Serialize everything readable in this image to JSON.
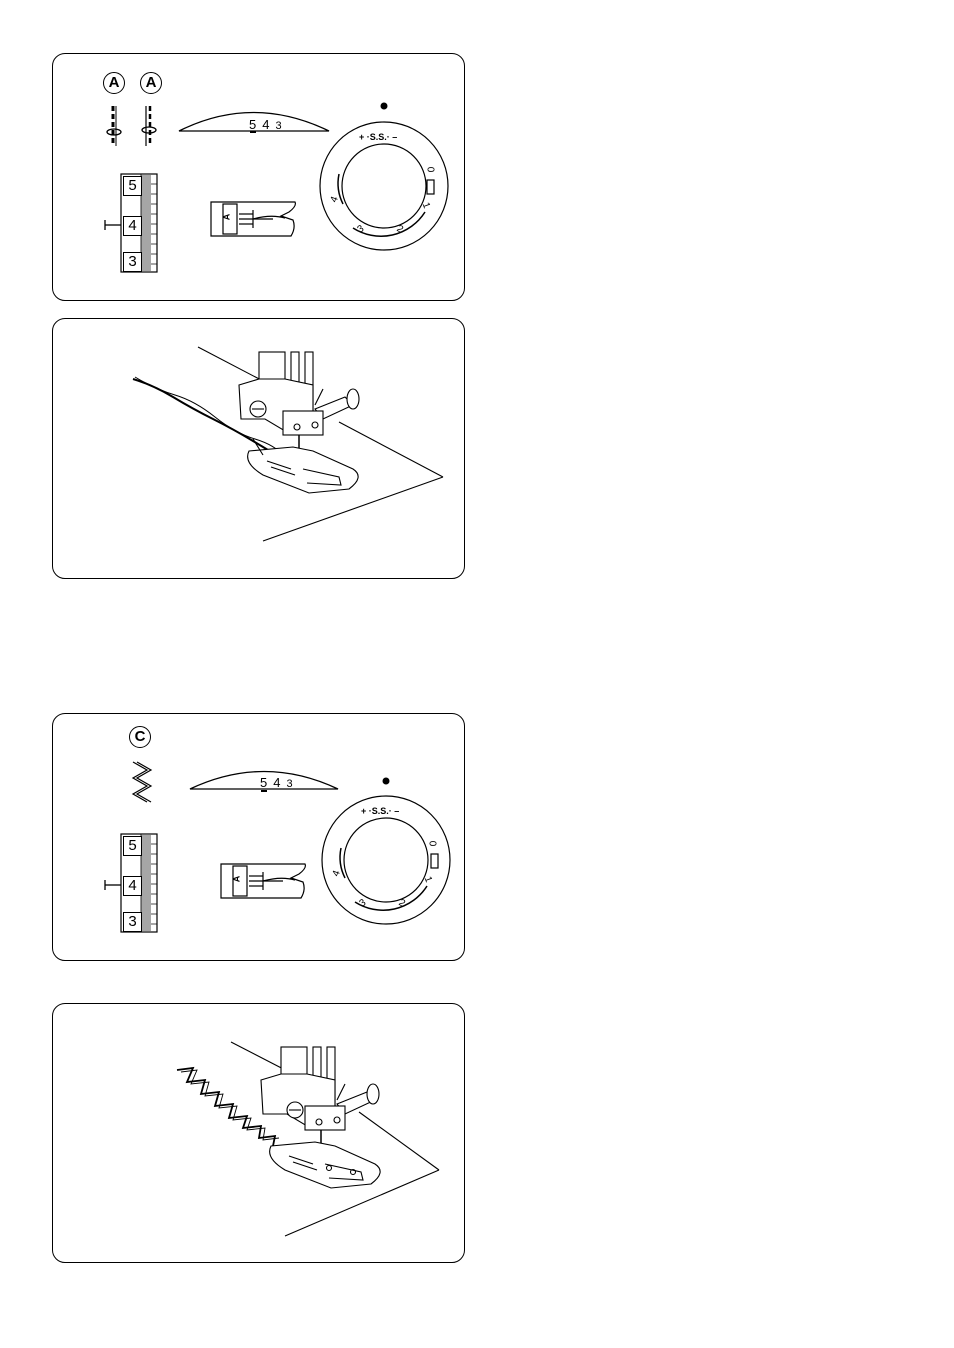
{
  "panel1": {
    "stitch_letters": [
      "A",
      "A"
    ],
    "width_scale": [
      "5",
      "4",
      "3"
    ],
    "length_dial": {
      "top_label": "+ ·S.S.· –",
      "numbers": [
        "0",
        "1",
        "2",
        "3",
        "4"
      ]
    },
    "length_scale": [
      "5",
      "4",
      "3"
    ],
    "foot_letter": "A"
  },
  "panel3": {
    "stitch_letters": [
      "C"
    ],
    "width_scale": [
      "5",
      "4",
      "3"
    ],
    "length_dial": {
      "top_label": "+ ·S.S.· –",
      "numbers": [
        "0",
        "1",
        "2",
        "3",
        "4"
      ]
    },
    "length_scale": [
      "5",
      "4",
      "3"
    ],
    "foot_letter": "A"
  }
}
